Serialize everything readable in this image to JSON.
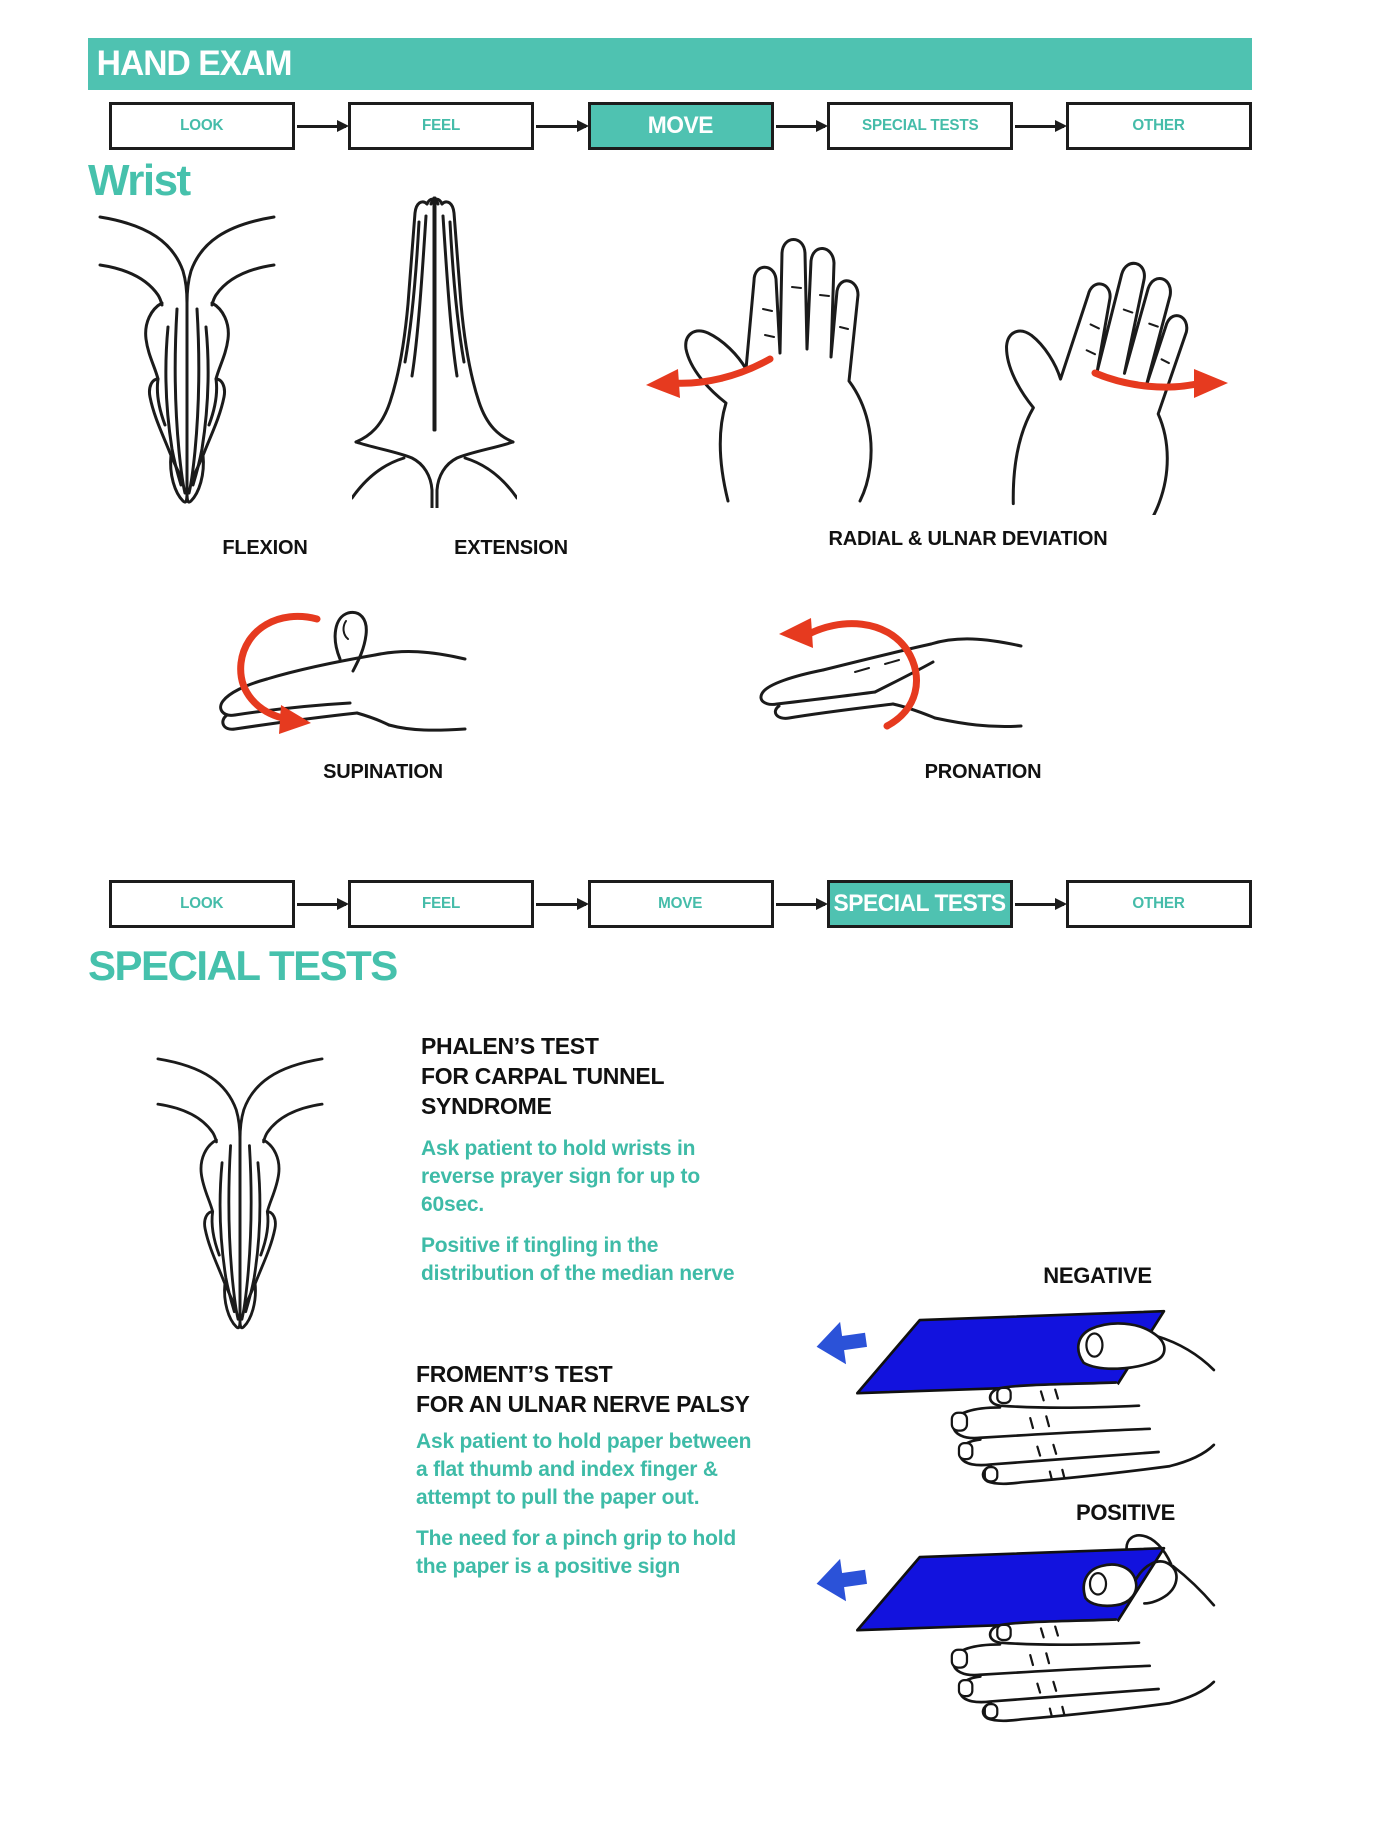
{
  "colors": {
    "accent_teal": "#4FC2B1",
    "teal_text": "#3EBBA7",
    "ink": "#1B1B1B",
    "red_arrow": "#E63A1F",
    "paper_blue": "#1212DE",
    "pull_arrow_blue": "#2B52D8"
  },
  "header": {
    "title": "HAND EXAM"
  },
  "flow": {
    "steps": [
      "LOOK",
      "FEEL",
      "MOVE",
      "SPECIAL TESTS",
      "OTHER"
    ],
    "row1_active": "MOVE",
    "row2_active": "SPECIAL TESTS"
  },
  "wrist_section": {
    "heading": "Wrist",
    "movements": [
      {
        "label": "FLEXION"
      },
      {
        "label": "EXTENSION"
      },
      {
        "label": "RADIAL & ULNAR DEVIATION"
      },
      {
        "label": "SUPINATION"
      },
      {
        "label": "PRONATION"
      }
    ]
  },
  "special_tests_section": {
    "heading": "SPECIAL TESTS",
    "phalen": {
      "title_line1": "PHALEN’S TEST",
      "title_line2": "FOR CARPAL TUNNEL SYNDROME",
      "instruction": "Ask patient to hold wrists in reverse prayer sign for up to 60sec.",
      "interpretation": "Positive if tingling in the distribution of the median nerve"
    },
    "froment": {
      "title_line1": "FROMENT’S TEST",
      "title_line2": "FOR AN ULNAR NERVE PALSY",
      "instruction": "Ask patient to hold paper between a flat thumb and index finger & attempt to pull the paper out.",
      "interpretation": "The need for a pinch grip to hold the paper is a positive sign",
      "negative_label": "NEGATIVE",
      "positive_label": "POSITIVE"
    }
  },
  "illustrations": {
    "flexion": "two-hands-reverse-prayer-fingers-down",
    "extension": "two-hands-prayer-fingers-up",
    "radial_ulnar": "open-hands-with-red-deviation-arrows",
    "supination": "side-hand-palm-up-red-rotation-arrow",
    "pronation": "side-hand-palm-down-red-rotation-arrow",
    "phalen": "two-hands-reverse-prayer-fingers-down",
    "froment_negative": "hand-gripping-blue-paper-flat-thumb-blue-pull-arrow",
    "froment_positive": "hand-gripping-blue-paper-pinched-thumb-blue-pull-arrow"
  }
}
